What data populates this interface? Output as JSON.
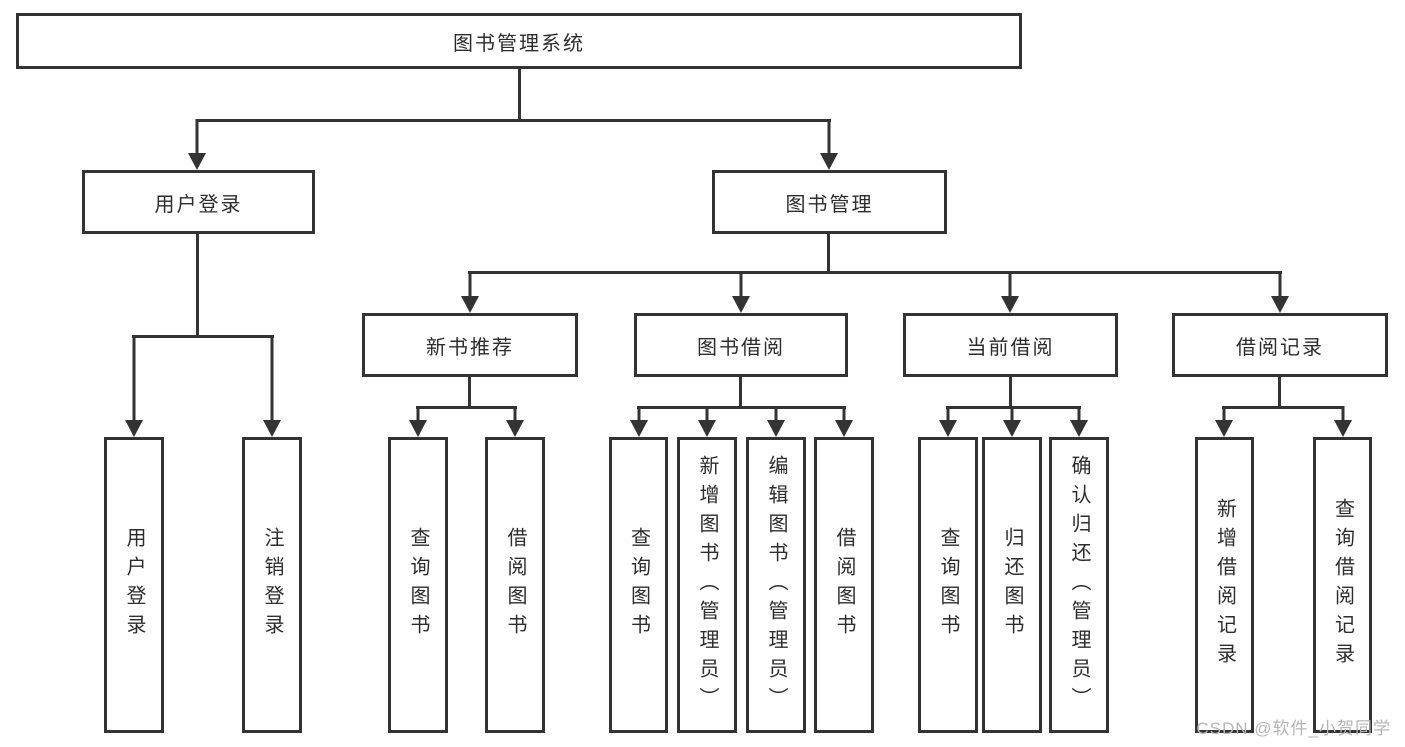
{
  "colors": {
    "line": "#333333",
    "text": "#2d2d2d",
    "watermark": "#b5b5b5"
  },
  "watermark": {
    "text": "CSDN @软件_小贺同学"
  },
  "tree": {
    "root": {
      "label": "图书管理系统"
    },
    "branches": [
      {
        "label": "用户登录",
        "children": [
          {
            "label": "用户登录"
          },
          {
            "label": "注销登录"
          }
        ]
      },
      {
        "label": "图书管理",
        "children": [
          {
            "label": "新书推荐",
            "children": [
              {
                "label": "查询图书"
              },
              {
                "label": "借阅图书"
              }
            ]
          },
          {
            "label": "图书借阅",
            "children": [
              {
                "label": "查询图书"
              },
              {
                "label": "新增图书（管理员）"
              },
              {
                "label": "编辑图书（管理员）"
              },
              {
                "label": "借阅图书"
              }
            ]
          },
          {
            "label": "当前借阅",
            "children": [
              {
                "label": "查询图书"
              },
              {
                "label": "归还图书"
              },
              {
                "label": "确认归还（管理员）"
              }
            ]
          },
          {
            "label": "借阅记录",
            "children": [
              {
                "label": "新增借阅记录"
              },
              {
                "label": "查询借阅记录"
              }
            ]
          }
        ]
      }
    ]
  }
}
